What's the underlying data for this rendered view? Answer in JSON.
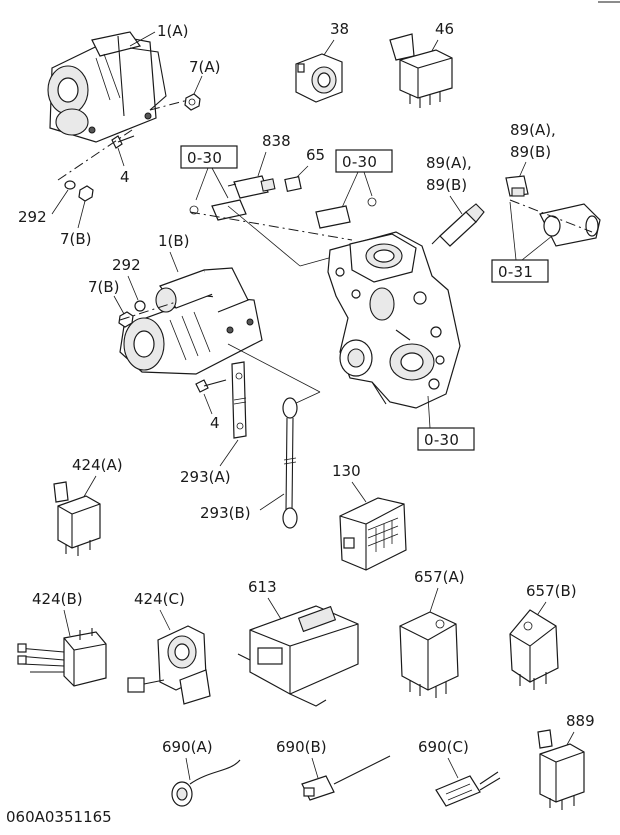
{
  "labels": {
    "l_1a": "1(A)",
    "l_7a": "7(A)",
    "l_4_top": "4",
    "l_292_top": "292",
    "l_7b_top": "7(B)",
    "l_38": "38",
    "l_46": "46",
    "l_838": "838",
    "l_65": "65",
    "l_030_a": "0-30",
    "l_030_b": "0-30",
    "l_89a_mid": "89(A),",
    "l_89b_mid": "89(B)",
    "l_89a_right": "89(A),",
    "l_89b_right": "89(B)",
    "l_031": "0-31",
    "l_1b": "1(B)",
    "l_292_mid": "292",
    "l_7b_mid": "7(B)",
    "l_4_mid": "4",
    "l_030_c": "0-30",
    "l_293a": "293(A)",
    "l_293b": "293(B)",
    "l_424a": "424(A)",
    "l_130": "130",
    "l_424b": "424(B)",
    "l_424c": "424(C)",
    "l_613": "613",
    "l_657a": "657(A)",
    "l_657b": "657(B)",
    "l_690a": "690(A)",
    "l_690b": "690(B)",
    "l_690c": "690(C)",
    "l_889": "889",
    "diagram_code": "060A0351165"
  }
}
